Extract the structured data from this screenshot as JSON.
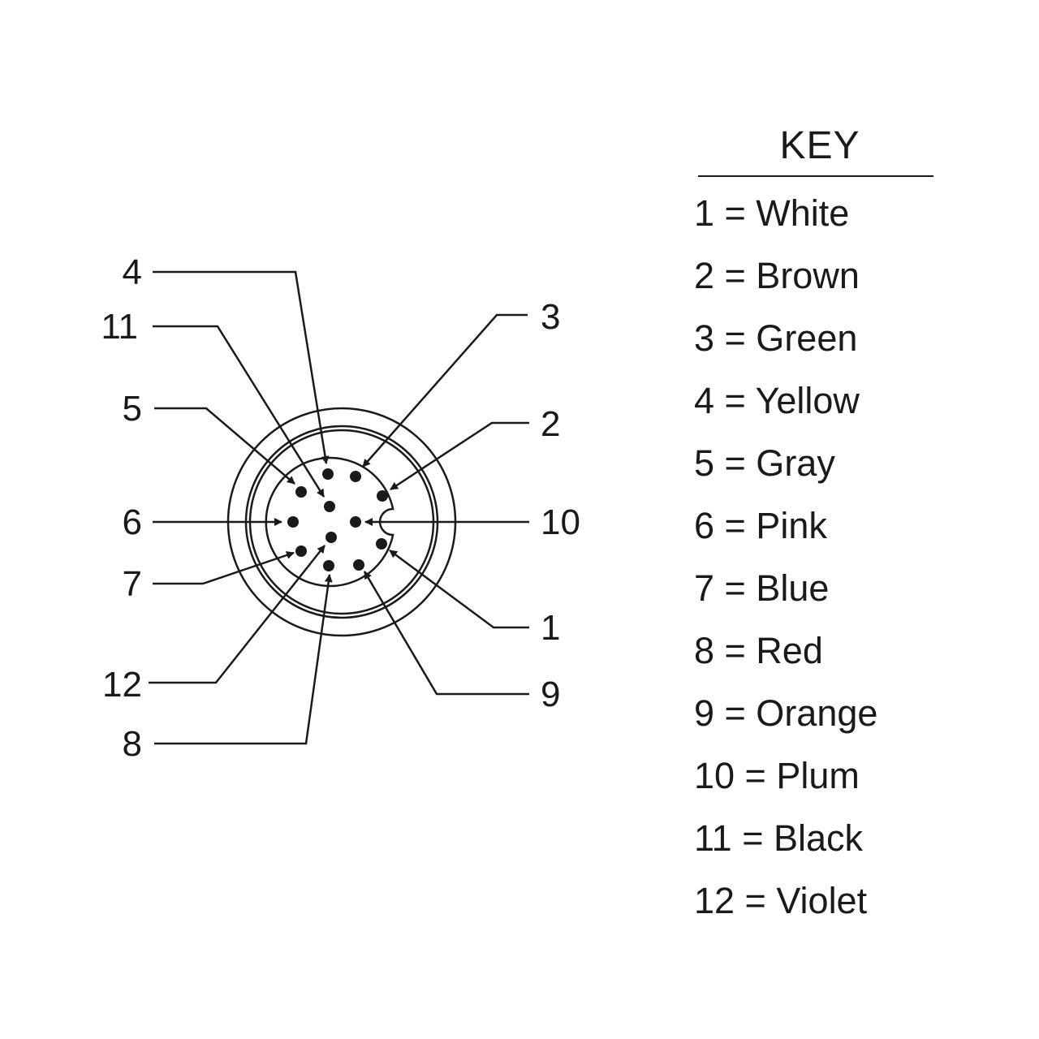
{
  "diagram": {
    "pin_labels": [
      "4",
      "11",
      "5",
      "6",
      "7",
      "12",
      "8",
      "3",
      "2",
      "10",
      "1",
      "9"
    ]
  },
  "key": {
    "title": "KEY",
    "items": [
      "1 = White",
      "2 = Brown",
      "3 = Green",
      "4 = Yellow",
      "5 = Gray",
      "6 = Pink",
      "7 = Blue",
      "8 = Red",
      "9 = Orange",
      "10 = Plum",
      "11 = Black",
      "12 = Violet"
    ]
  }
}
